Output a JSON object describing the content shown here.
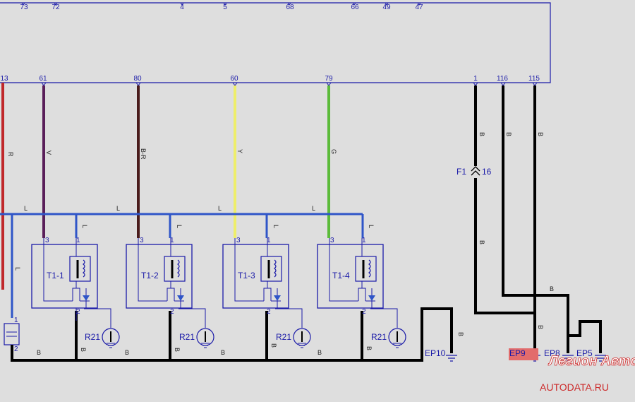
{
  "ecu": {
    "top_pins": [
      "73",
      "72",
      "4",
      "5",
      "68",
      "66",
      "49",
      "47"
    ],
    "bottom_pins": [
      "13",
      "61",
      "80",
      "60",
      "79",
      "1",
      "116",
      "115"
    ]
  },
  "wire_labels": {
    "r": "R",
    "v": "V",
    "br": "B-R",
    "y": "Y",
    "g": "G",
    "b": "B",
    "l": "L"
  },
  "fuse": {
    "name": "F1",
    "number": "16"
  },
  "coils": [
    {
      "id": "T1-1",
      "pin3": "3",
      "pin1": "1",
      "pin2": "2",
      "resistor": "R21"
    },
    {
      "id": "T1-2",
      "pin3": "3",
      "pin1": "1",
      "pin2": "2",
      "resistor": "R21"
    },
    {
      "id": "T1-3",
      "pin3": "3",
      "pin1": "1",
      "pin2": "2",
      "resistor": "R21"
    },
    {
      "id": "T1-4",
      "pin3": "3",
      "pin1": "1",
      "pin2": "2",
      "resistor": "R21"
    }
  ],
  "connector_pins": {
    "top": "1",
    "bottom": "2"
  },
  "grounds": [
    "EP10",
    "EP9",
    "EP8",
    "EP5"
  ],
  "watermark": {
    "logo": "Легион Автодата",
    "url": "AUTODATA.RU"
  },
  "colors": {
    "red": "#c0282b",
    "violet": "#5a1f5a",
    "brown_red": "#4a1c1c",
    "yellow": "#eeee6a",
    "green": "#5cbb3a",
    "blue": "#2f55c8",
    "black": "#000000",
    "frame": "#1a1aa8",
    "ground_highlight": "#e26c6c"
  }
}
